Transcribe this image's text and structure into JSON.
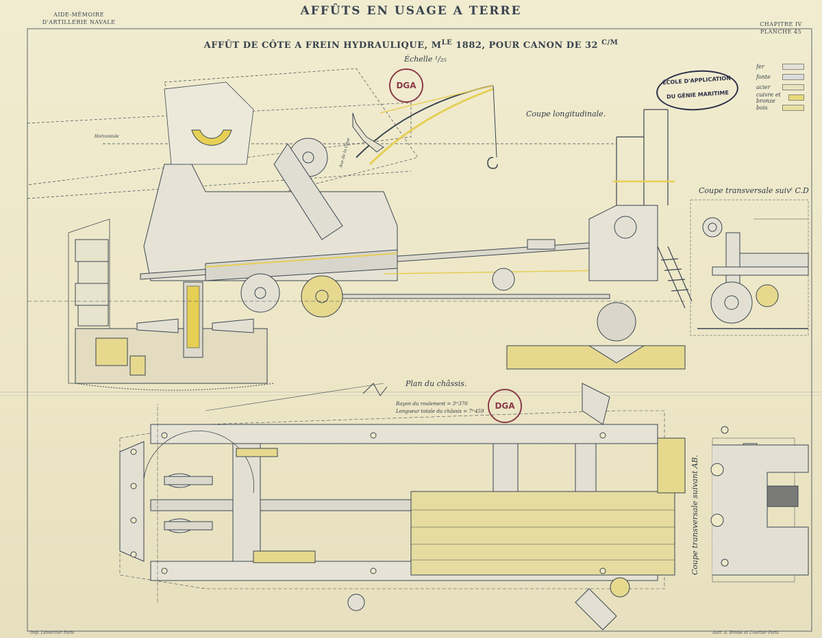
{
  "header": {
    "left_line1": "AIDE-MÉMOIRE",
    "left_line2": "D'ARTILLERIE NAVALE",
    "title": "AFFÛTS EN USAGE A TERRE",
    "right_line1": "CHAPITRE IV",
    "right_line2": "PLANCHE 45"
  },
  "subtitle": {
    "part1": "AFFÛT DE CÔTE A FREIN HYDRAULIQUE, M",
    "superscript1": "LE",
    "part2": " 1882, POUR CANON DE 32 ",
    "superscript2": "C/M"
  },
  "scale_label": "Échelle ¹/₂₅",
  "views": {
    "longitudinal": "Coupe longitudinale.",
    "transversal_cd": "Coupe transversale suivᵗ C.D",
    "chassis_plan": "Plan du châssis.",
    "transversal_ab": "Coupe transversale suivant AB."
  },
  "legend": [
    {
      "label": "fer",
      "color": "#e3e1d8"
    },
    {
      "label": "fonte",
      "color": "#dcdcdc"
    },
    {
      "label": "acier",
      "color": "#e9e2bf"
    },
    {
      "label": "cuivre et bronze",
      "color": "#e8d978"
    },
    {
      "label": "bois",
      "color": "#e8dfa2"
    }
  ],
  "stamps": {
    "school_line1": "ÉCOLE D'APPLICATION",
    "school_line2": "DU GÉNIE MARITIME",
    "dga": "DGA"
  },
  "annotations": {
    "horizontale": "Horizontale",
    "axe_grue": "Axe de la Grue",
    "rayon": "Rayon du roulement = 3ᵐ370",
    "longueur": "Longueur totale du châssis = 7ᵐ459"
  },
  "footer": {
    "left": "Imp. Lemercier Paris",
    "right": "Autr. A. Broise et Courtier Paris"
  },
  "colors": {
    "ink": "#3a4550",
    "paper": "#efe9c9",
    "brass": "#e6cf55",
    "wood": "#e6dca0"
  }
}
